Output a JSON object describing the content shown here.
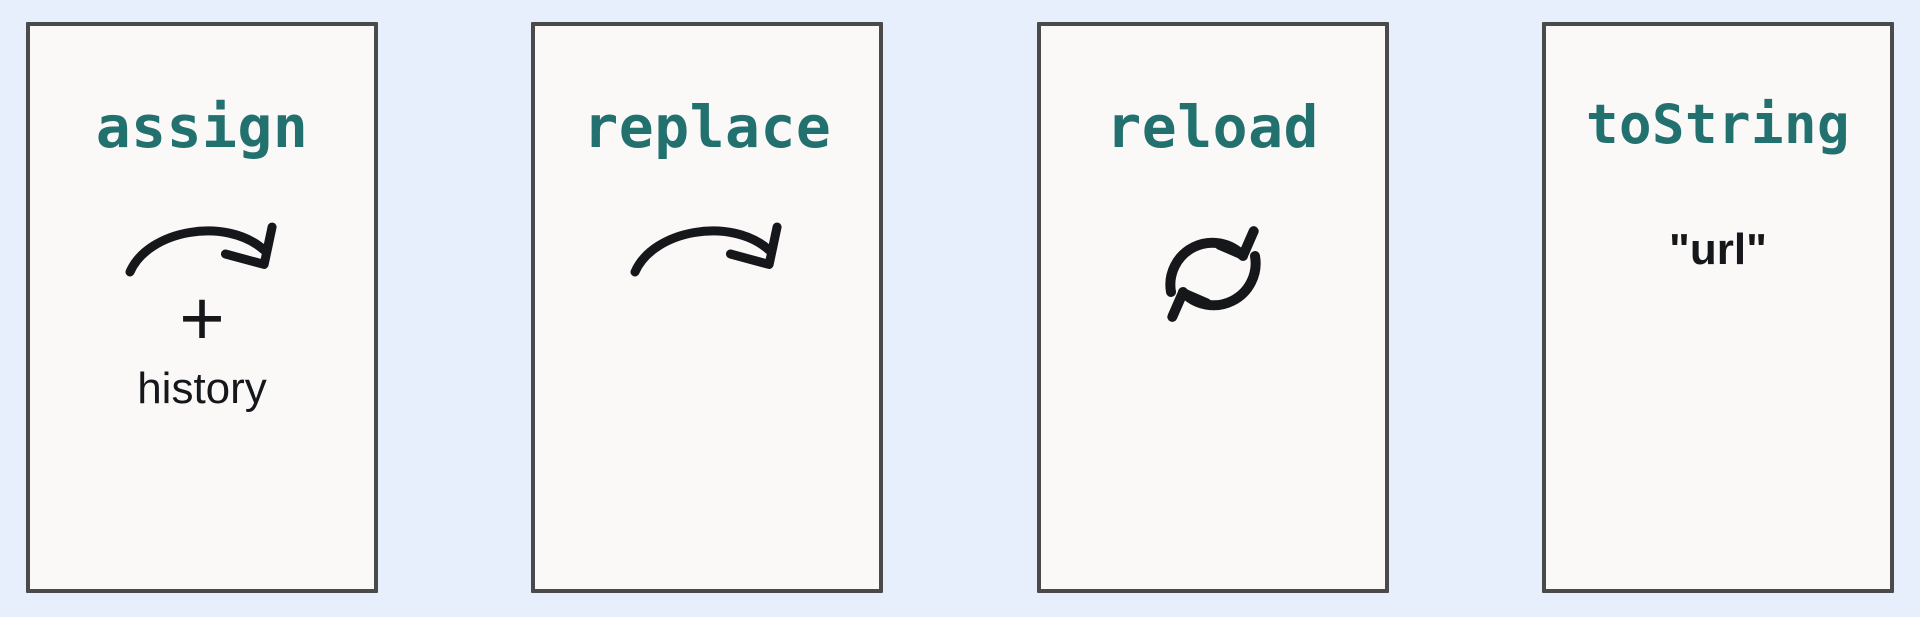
{
  "page": {
    "background_color": "#e8effc",
    "card_background_color": "#faf9f8",
    "card_border_color": "#4a4a4a",
    "title_color": "#22716f",
    "text_color": "#15171a"
  },
  "cards": [
    {
      "title": "assign",
      "icon": "curved-arrow-right-icon",
      "plus": "+",
      "sub_label": "history"
    },
    {
      "title": "replace",
      "icon": "curved-arrow-right-icon"
    },
    {
      "title": "reload",
      "icon": "circular-refresh-icon"
    },
    {
      "title": "toString",
      "value": "\"url\""
    }
  ]
}
